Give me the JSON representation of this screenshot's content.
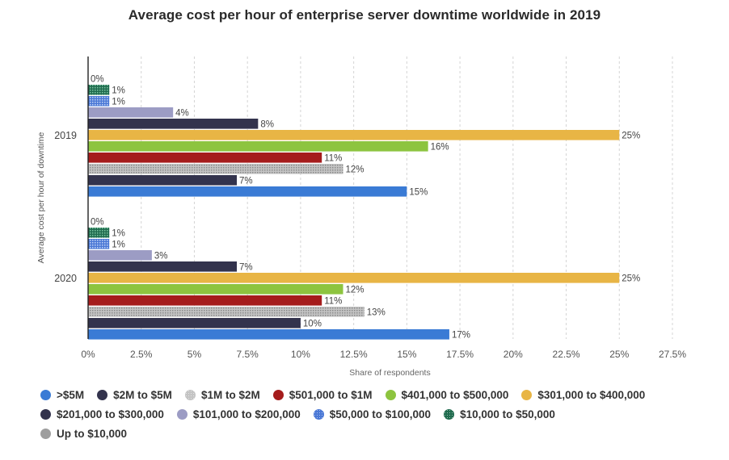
{
  "title": "Average cost per hour of enterprise server downtime worldwide in 2019",
  "chart_data": {
    "type": "bar",
    "orientation": "horizontal",
    "title": "Average cost per hour of enterprise server downtime worldwide in 2019",
    "xlabel": "Share of respondents",
    "ylabel": "Average cost per hour of downtime",
    "xlim": [
      0,
      27.5
    ],
    "x_ticks": [
      "0%",
      "2.5%",
      "5%",
      "7.5%",
      "10%",
      "12.5%",
      "15%",
      "17.5%",
      "20%",
      "22.5%",
      "25%",
      "27.5%"
    ],
    "grid": true,
    "legend_position": "bottom",
    "unit": "%",
    "groups": [
      "2019",
      "2020"
    ],
    "series": [
      {
        "name": "Up to $10,000",
        "color": "#9e9e9e",
        "values": [
          0,
          0
        ]
      },
      {
        "name": "$10,000 to $50,000",
        "color": "#1f6b4e",
        "values": [
          1,
          1
        ]
      },
      {
        "name": "$50,000 to $100,000",
        "color": "#4a78d6",
        "values": [
          1,
          1
        ]
      },
      {
        "name": "$101,000 to $200,000",
        "color": "#9c9cc4",
        "values": [
          4,
          3
        ]
      },
      {
        "name": "$201,000 to $300,000",
        "color": "#33334d",
        "values": [
          8,
          7
        ]
      },
      {
        "name": "$301,000 to $400,000",
        "color": "#e8b545",
        "values": [
          25,
          25
        ]
      },
      {
        "name": "$401,000 to $500,000",
        "color": "#8dc43f",
        "values": [
          16,
          12
        ]
      },
      {
        "name": "$501,000 to $1M",
        "color": "#a51c1c",
        "values": [
          11,
          11
        ]
      },
      {
        "name": "$1M to $2M",
        "color": "#c4c4c4",
        "values": [
          12,
          13
        ]
      },
      {
        "name": "$2M to $5M",
        "color": "#33334d",
        "values": [
          7,
          10
        ]
      },
      {
        "name": ">$5M",
        "color": "#3a7bd5",
        "values": [
          15,
          17
        ]
      }
    ],
    "legend_order": [
      ">$5M",
      "$2M to $5M",
      "$1M to $2M",
      "$501,000 to $1M",
      "$401,000 to $500,000",
      "$301,000 to $400,000",
      "$201,000 to $300,000",
      "$101,000 to $200,000",
      "$50,000 to $100,000",
      "$10,000 to $50,000",
      "Up to $10,000"
    ]
  }
}
